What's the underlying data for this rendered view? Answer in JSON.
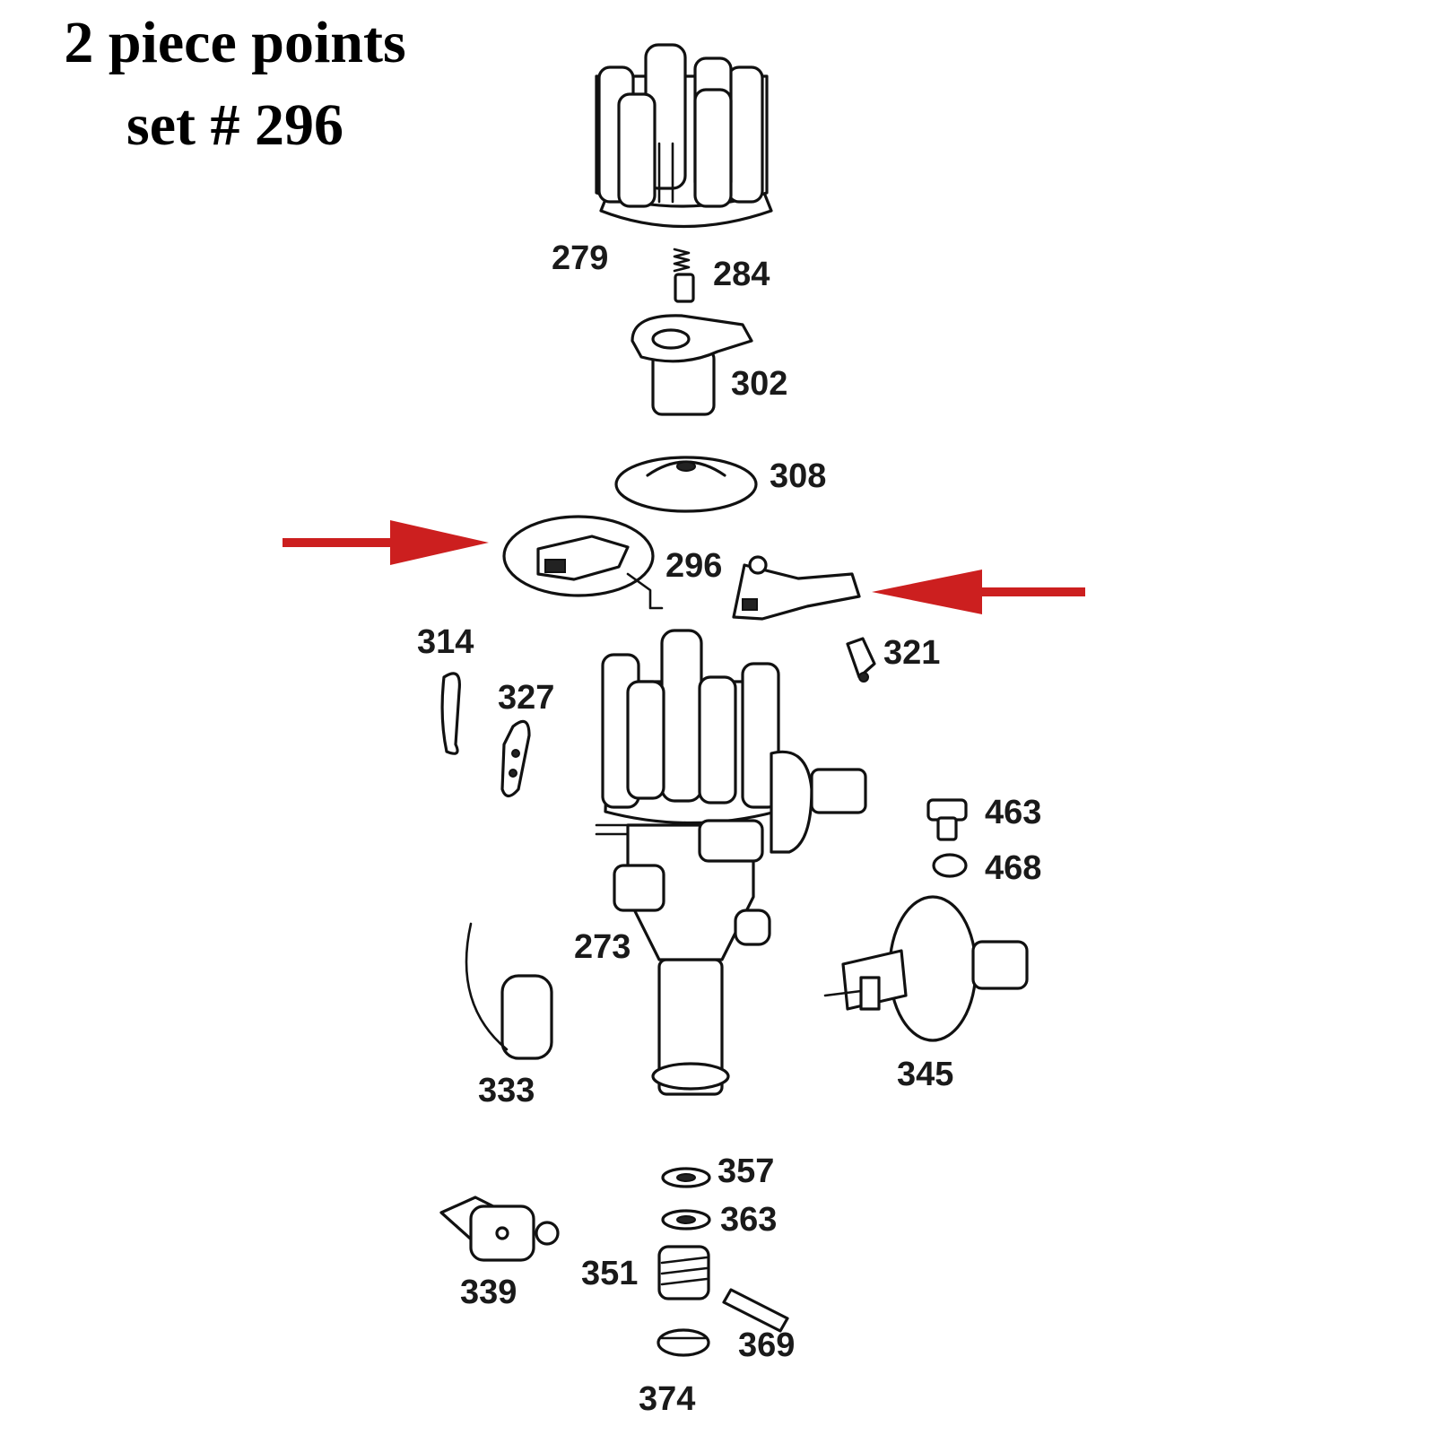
{
  "title": {
    "line1": "2 piece points",
    "line2": "set # 296"
  },
  "arrow_color": "#cc1f1f",
  "parts": {
    "p279": "279",
    "p284": "284",
    "p302": "302",
    "p308": "308",
    "p296": "296",
    "p314": "314",
    "p327": "327",
    "p321": "321",
    "p463": "463",
    "p468": "468",
    "p273": "273",
    "p333": "333",
    "p345": "345",
    "p357": "357",
    "p363": "363",
    "p339": "339",
    "p351": "351",
    "p369": "369",
    "p374": "374"
  }
}
